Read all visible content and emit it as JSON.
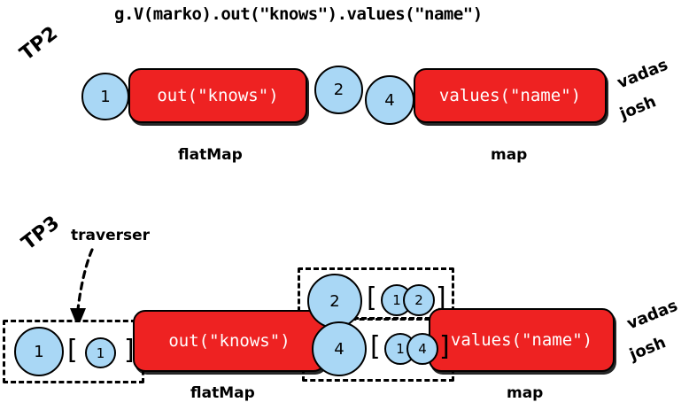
{
  "diagram": {
    "title": "g.V(marko).out(\"knows\").values(\"name\")",
    "colors": {
      "traverser_fill": "#a9d7f5",
      "step_fill": "#ee2222",
      "step_text": "#ffffff",
      "outline": "#000000",
      "background": "#ffffff"
    },
    "rows": [
      {
        "id": "tp2",
        "version_label": "TP2",
        "step_labels": {
          "flatmap": "flatMap",
          "map": "map"
        },
        "steps": [
          {
            "name": "out-knows-step",
            "text": "out(\"knows\")"
          },
          {
            "name": "values-name-step",
            "text": "values(\"name\")"
          }
        ],
        "traversers": [
          {
            "name": "traverser-1",
            "value": "1"
          },
          {
            "name": "traverser-2",
            "value": "2"
          },
          {
            "name": "traverser-4",
            "value": "4"
          }
        ],
        "results": [
          "vadas",
          "josh"
        ]
      },
      {
        "id": "tp3",
        "version_label": "TP3",
        "annotation": "traverser",
        "step_labels": {
          "flatmap": "flatMap",
          "map": "map"
        },
        "steps": [
          {
            "name": "out-knows-step",
            "text": "out(\"knows\")"
          },
          {
            "name": "values-name-step",
            "text": "values(\"name\")"
          }
        ],
        "traverser_groups": [
          {
            "name": "traverser-group-input",
            "head": "1",
            "bracket_open": "[",
            "path": [
              "1"
            ],
            "bracket_close": "]"
          },
          {
            "name": "traverser-group-upper",
            "head": "2",
            "bracket_open": "[",
            "path": [
              "1",
              "2"
            ],
            "bracket_close": "]"
          },
          {
            "name": "traverser-group-lower",
            "head": "4",
            "bracket_open": "[",
            "path": [
              "1",
              "4"
            ],
            "bracket_close": "]"
          }
        ],
        "results": [
          "vadas",
          "josh"
        ]
      }
    ]
  }
}
